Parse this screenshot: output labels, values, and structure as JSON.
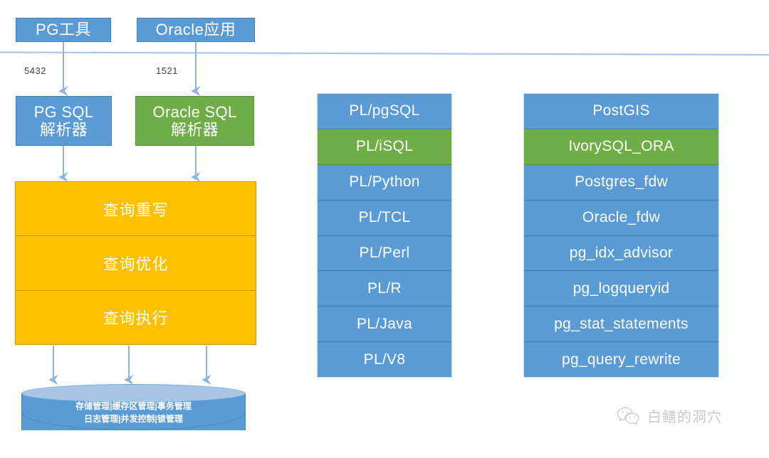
{
  "diagram": {
    "title": "IvorySQL / PostgreSQL Oracle compatibility architecture",
    "colors": {
      "blue": "#5b9bd5",
      "green": "#70ad47",
      "orange": "#ffc000",
      "arrow": "#8eb4e3",
      "divider_line": "#a8c8e8",
      "cylinder_top": "#a7c6e6",
      "watermark": "#c9c9c9"
    },
    "sources": [
      {
        "id": "pg-tool",
        "label": "PG工具",
        "color": "blue"
      },
      {
        "id": "oracle-app",
        "label": "Oracle应用",
        "color": "blue"
      }
    ],
    "ports": [
      {
        "id": "pg-port",
        "label": "5432"
      },
      {
        "id": "oracle-port",
        "label": "1521"
      }
    ],
    "parsers": [
      {
        "id": "pg-sql-parser",
        "label": "PG SQL\n解析器",
        "color": "blue"
      },
      {
        "id": "oracle-sql-parser",
        "label": "Oracle SQL\n解析器",
        "color": "green"
      }
    ],
    "engine_stages": [
      {
        "id": "query-rewrite",
        "label": "查询重写"
      },
      {
        "id": "query-optimize",
        "label": "查询优化"
      },
      {
        "id": "query-execute",
        "label": "查询执行"
      }
    ],
    "storage": {
      "id": "storage-engine",
      "label": "存储管理|缓存区管理|事务管理\n日志管理|并发控制|锁管理"
    },
    "procedural_languages": {
      "id": "pl-list",
      "items": [
        {
          "label": "PL/pgSQL",
          "highlight": false
        },
        {
          "label": "PL/iSQL",
          "highlight": true
        },
        {
          "label": "PL/Python",
          "highlight": false
        },
        {
          "label": "PL/TCL",
          "highlight": false
        },
        {
          "label": "PL/Perl",
          "highlight": false
        },
        {
          "label": "PL/R",
          "highlight": false
        },
        {
          "label": "PL/Java",
          "highlight": false
        },
        {
          "label": "PL/V8",
          "highlight": false
        }
      ]
    },
    "extensions": {
      "id": "extension-list",
      "items": [
        {
          "label": "PostGIS",
          "highlight": false
        },
        {
          "label": "IvorySQL_ORA",
          "highlight": true
        },
        {
          "label": "Postgres_fdw",
          "highlight": false
        },
        {
          "label": "Oracle_fdw",
          "highlight": false
        },
        {
          "label": "pg_idx_advisor",
          "highlight": false
        },
        {
          "label": "pg_logqueryid",
          "highlight": false
        },
        {
          "label": "pg_stat_statements",
          "highlight": false
        },
        {
          "label": "pg_query_rewrite",
          "highlight": false
        }
      ]
    },
    "watermark": {
      "text": "白鳝的洞穴",
      "icon": "wechat-icon"
    }
  }
}
